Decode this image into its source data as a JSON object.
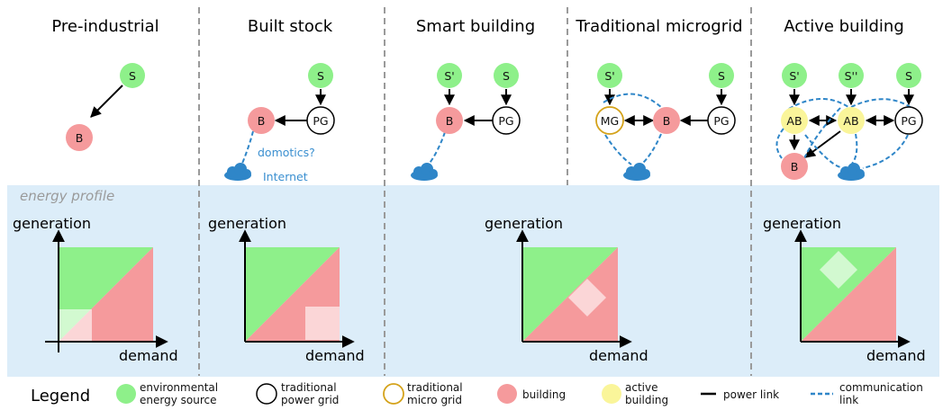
{
  "columns": [
    {
      "title": "Pre-industrial"
    },
    {
      "title": "Built stock"
    },
    {
      "title": "Smart building"
    },
    {
      "title": "Traditional microgrid"
    },
    {
      "title": "Active building"
    }
  ],
  "nodes": {
    "source": "S",
    "source_prime": "S'",
    "source_double_prime": "S''",
    "building": "B",
    "power_grid": "PG",
    "microgrid": "MG",
    "active_building": "AB"
  },
  "annotations": {
    "domotics": "domotics?",
    "internet": "Internet"
  },
  "energy_profile_label": "energy profile",
  "axes": {
    "x": "demand",
    "y": "generation"
  },
  "legend": {
    "title": "Legend",
    "items": [
      {
        "line1": "environmental",
        "line2": "energy source"
      },
      {
        "line1": "traditional",
        "line2": "power grid"
      },
      {
        "line1": "traditional",
        "line2": "micro grid"
      },
      {
        "line1": "building",
        "line2": ""
      },
      {
        "line1": "active",
        "line2": "building"
      },
      {
        "line1": "power link",
        "line2": ""
      },
      {
        "line1": "communication",
        "line2": "link"
      }
    ]
  },
  "colors": {
    "source": "#8ef08a",
    "building": "#f59a9c",
    "active_building": "#faf59a",
    "microgrid_stroke": "#d4a21a",
    "communication": "#2f86c8",
    "profile_background": "#dcedf9",
    "generation_region": "#8ef08a",
    "demand_region": "#f59a9c"
  },
  "icons": [
    "arrow-icon",
    "cloud-icon"
  ]
}
